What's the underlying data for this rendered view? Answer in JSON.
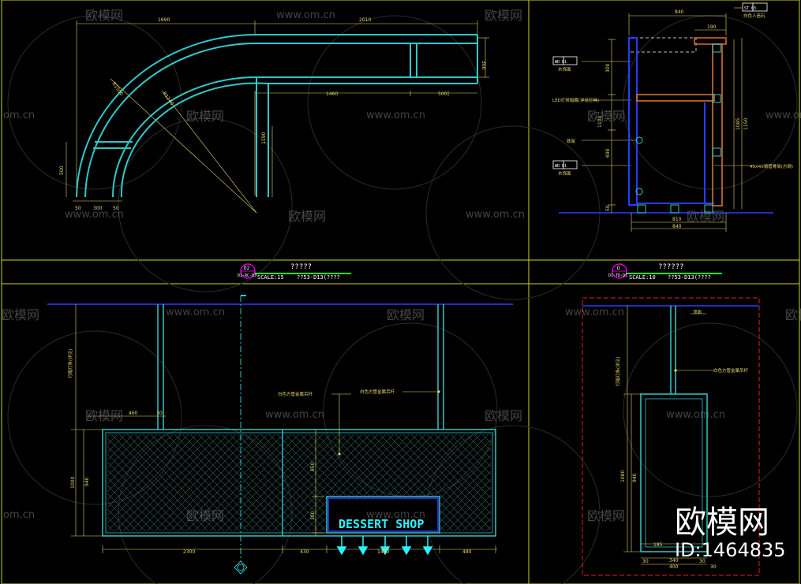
{
  "panels": {
    "plan": {
      "dims_top": [
        "1690",
        "2010"
      ],
      "dims_right": [
        "300"
      ],
      "dims_mid": [
        "1460",
        "500"
      ],
      "radii": [
        "R1500",
        "R1240"
      ],
      "dim_side": [
        "500"
      ],
      "dim_vert": "1190",
      "dims_bottom": [
        "50",
        "300",
        "50"
      ],
      "label_tag": "D2",
      "label_ref": "D1-RC-D3",
      "title": "?????",
      "scale": "SCALE:15",
      "ref": "??53-D13(????"
    },
    "section": {
      "dims_top": [
        "840",
        "190"
      ],
      "tag_st": "ST 03",
      "tag_st_note": "白色人造石",
      "wd1": "WD 01",
      "wd1_note": "木饰面",
      "wd2": "WD 01",
      "wd2_note": "木饰面",
      "note_led": "LED灯带暗藏(详见灯具)",
      "note_hw": "铁架",
      "note_right": "40X40钢管骨架(方钢)",
      "dims_left": [
        "300",
        "1100",
        "690",
        "50"
      ],
      "dims_right": [
        "1085",
        "1150"
      ],
      "dims_bottom": [
        "810",
        "840"
      ],
      "label_tag": "D",
      "label_ref": "D1-TD-D1",
      "title": "??????",
      "scale": "SCALE:10",
      "ref": "??53-D13(????"
    },
    "elevation": {
      "dims_top": [
        "460",
        "30"
      ],
      "dims_left": [
        "1000",
        "940"
      ],
      "dims_mid": [
        "650",
        "300"
      ],
      "dims_bottom": [
        "2300",
        "430",
        "1480",
        "480"
      ],
      "note_left": "灯箱灯条(详见)",
      "note_a": "白色方管金属吊杆",
      "note_b": "白色方管金属吊杆",
      "sign": "DESSERT SHOP"
    },
    "detail": {
      "ceiling": "顶面",
      "note": "白色方管金属吊杆",
      "note_left": "灯箱灯条(详见)",
      "dims_left": [
        "1080",
        "940"
      ],
      "dims_bottom": [
        "185",
        "30",
        "400",
        "30",
        "340",
        "30"
      ]
    }
  },
  "watermarks": {
    "url": "www.om.cn",
    "url_short": "om.cn",
    "brand": "欧模网",
    "big_brand": "欧模网",
    "id": "ID:1464835"
  },
  "colors": {
    "frame": "#d2d21e",
    "dim": "#e6d86a",
    "cyan": "#2fc8c8",
    "blue": "#2a3cff",
    "red": "#e0202a",
    "magenta": "#ff00ff",
    "green": "#16ff2a",
    "orange": "#d87030"
  }
}
